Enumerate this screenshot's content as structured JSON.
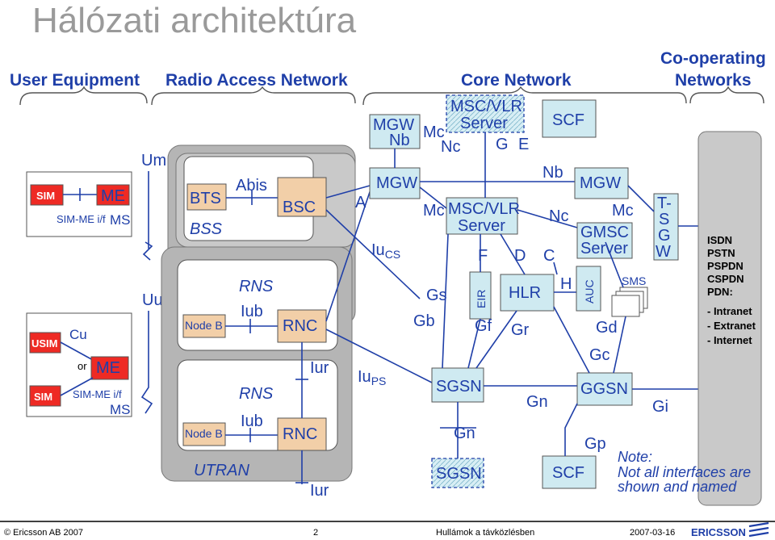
{
  "title": "Hálózati architektúra",
  "sections": {
    "user_equipment": "User Equipment",
    "ran": "Radio Access Network",
    "core": "Core Network",
    "coop_line1": "Co-operating",
    "coop_line2": "Networks"
  },
  "ue": {
    "sim": "SIM",
    "me": "ME",
    "sim_me_if": "SIM-ME i/f",
    "ms": "MS",
    "usim": "USIM",
    "cu": "Cu",
    "or": "or",
    "me2": "ME",
    "sim2": "SIM",
    "sim_me_if2": "SIM-ME i/f",
    "ms2": "MS"
  },
  "interfaces": {
    "um": "Um",
    "uu": "Uu",
    "abis": "Abis",
    "iub1": "Iub",
    "iub2": "Iub",
    "iur1": "Iur",
    "iur2": "Iur",
    "a": "A",
    "iu": "Iu",
    "cs": "CS",
    "ps": "PS",
    "mc1": "Mc",
    "mc2": "Mc",
    "mc3": "Mc",
    "nb1": "Nb",
    "nb2": "Nb",
    "nc1": "Nc",
    "nc2": "Nc",
    "g": "G",
    "e": "E",
    "f": "F",
    "d": "D",
    "c": "C",
    "h": "H",
    "gs": "Gs",
    "gb": "Gb",
    "gf": "Gf",
    "gr": "Gr",
    "gd": "Gd",
    "gc": "Gc",
    "gn1": "Gn",
    "gn2": "Gn",
    "gi": "Gi",
    "gp": "Gp"
  },
  "ran": {
    "bts": "BTS",
    "bss": "BSS",
    "bsc": "BSC",
    "rns1": "RNS",
    "rns2": "RNS",
    "nodeb1": "Node B",
    "nodeb2": "Node B",
    "rnc1": "RNC",
    "rnc2": "RNC",
    "utran": "UTRAN"
  },
  "core": {
    "mgw_top": "MGW",
    "msc_vlr_top1": "MSC/VLR",
    "msc_vlr_top2": "Server",
    "scf_top": "SCF",
    "mgw_mid": "MGW",
    "msc_vlr_mid1": "MSC/VLR",
    "msc_vlr_mid2": "Server",
    "mgw_right": "MGW",
    "gmsc1": "GMSC",
    "gmsc2": "Server",
    "eir": "EIR",
    "hlr": "HLR",
    "auc": "AUC",
    "sms": "SMS",
    "sgsn1": "SGSN",
    "ggsn": "GGSN",
    "sgsn2": "SGSN",
    "scf_bottom": "SCF",
    "tsgw1": "T-",
    "tsgw2": "S",
    "tsgw3": "G",
    "tsgw4": "W"
  },
  "networks": [
    "ISDN",
    "PSTN",
    "PSPDN",
    "CSPDN",
    "PDN:",
    "- Intranet",
    "- Extranet",
    "- Internet"
  ],
  "note": {
    "line1": "Note:",
    "line2": "Not all interfaces are",
    "line3": "shown and named"
  },
  "footer": {
    "copyright": "© Ericsson AB 2007",
    "page": "2",
    "subject": "Hullámok a távközlésben",
    "date": "2007-03-16",
    "logo": "ERICSSON"
  },
  "colors": {
    "accent_blue": "#1f3fa8",
    "red_box": "#ee2a24",
    "node_b": "#f2cfa8",
    "title_gray": "#9a9a9a"
  }
}
